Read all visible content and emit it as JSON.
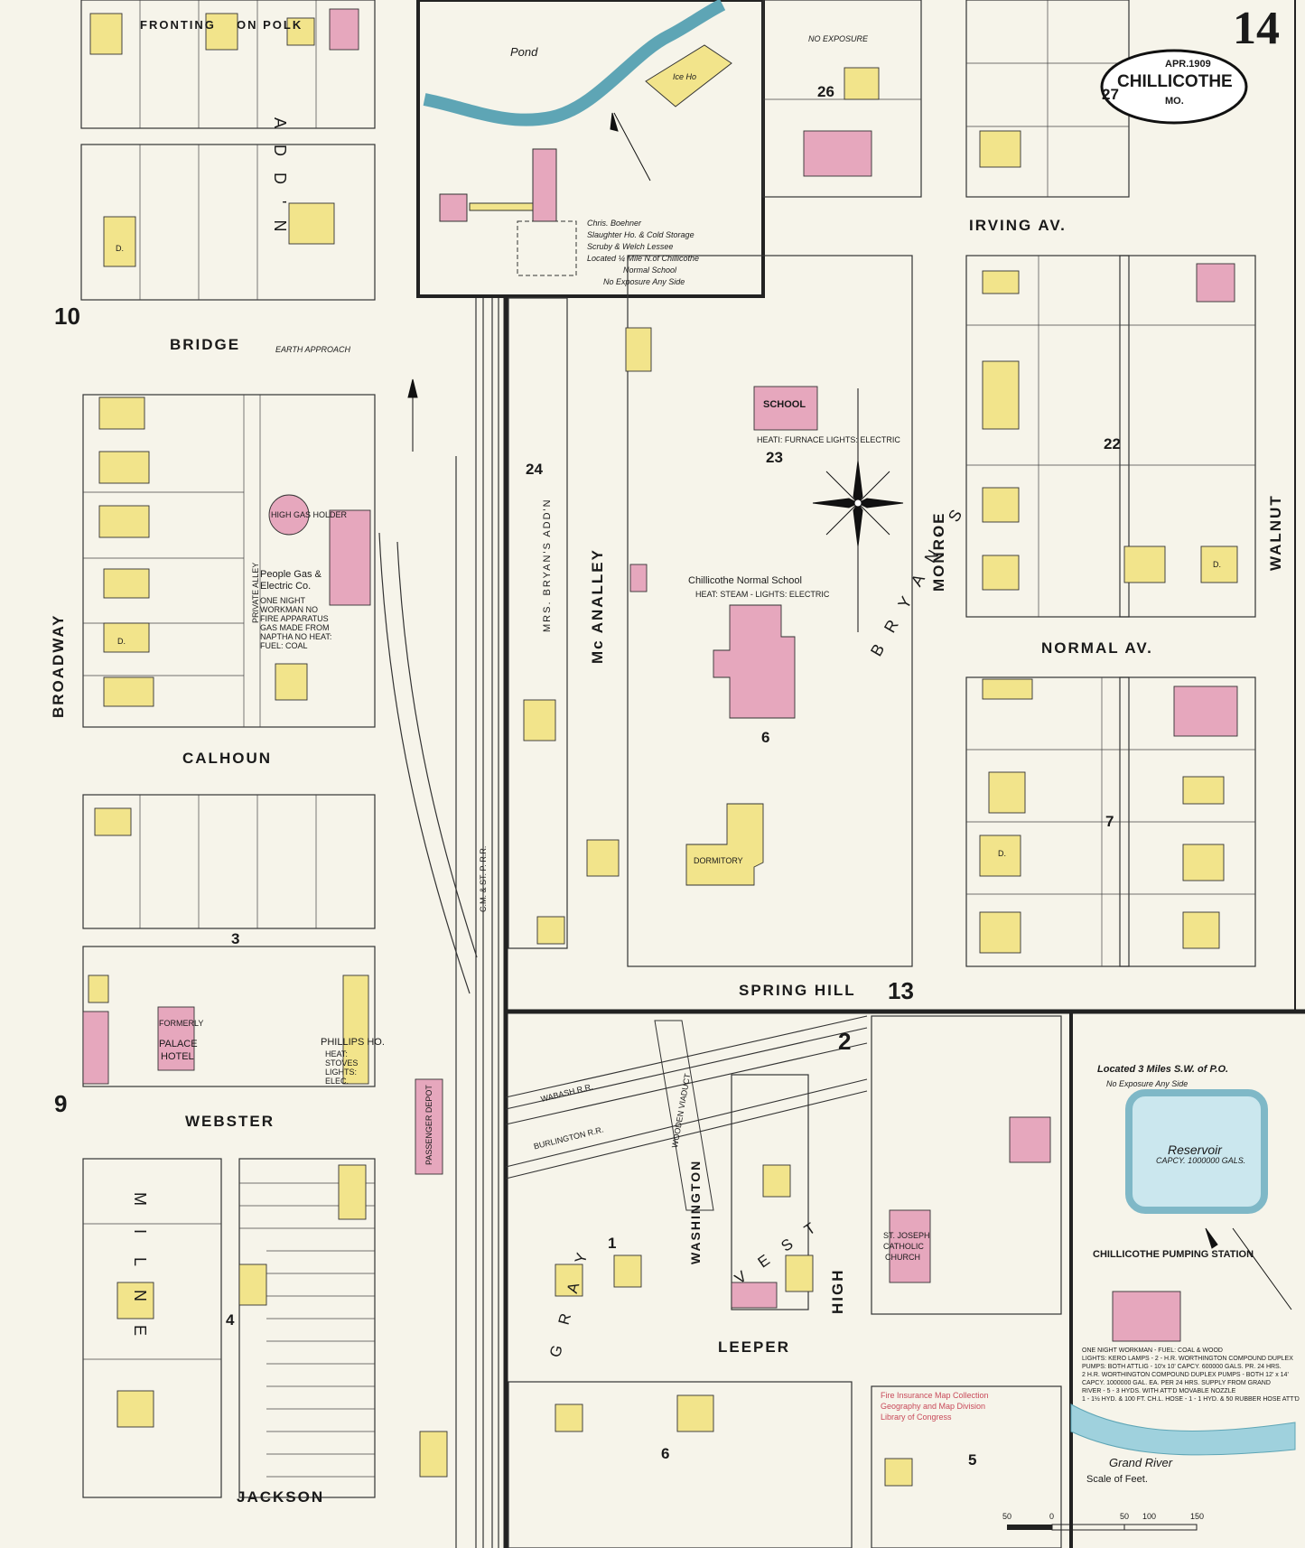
{
  "sheet": {
    "number": "14",
    "date": "APR.1909",
    "city": "CHILLICOTHE",
    "state": "MO.",
    "credit": [
      "Fire Insurance Map Collection",
      "Geography and Map Division",
      "Library of Congress"
    ]
  },
  "streets": {
    "fronting": "FRONTING",
    "on_polk": "ON POLK",
    "bridge": "BRIDGE",
    "calhoun": "CALHOUN",
    "webster": "WEBSTER",
    "jackson": "JACKSON",
    "irving": "IRVING AV.",
    "normal": "NORMAL AV.",
    "spring_hill": "SPRING HILL",
    "leeper": "LEEPER",
    "broadway": "BROADWAY",
    "mcanalley": "Mc ANALLEY",
    "monroe": "MONROE",
    "walnut": "WALNUT",
    "washington": "WASHINGTON",
    "high": "HIGH"
  },
  "blocks": {
    "b10": "10",
    "b9": "9",
    "b3": "3",
    "b4": "4",
    "b24": "24",
    "b23": "23",
    "b22": "22",
    "b26": "26",
    "b27": "27",
    "b6": "6",
    "b7": "7",
    "b13": "13",
    "b2": "2",
    "b1": "1",
    "b5": "5",
    "b6b": "6"
  },
  "places": {
    "pond": "Pond",
    "ice_ho": "Ice Ho",
    "slaughter": [
      "Chris. Boehner",
      "Slaughter Ho. & Cold Storage",
      "Scruby & Welch Lessee",
      "Located ¼ Mile N.of Chillicothe",
      "Normal School",
      "No Exposure Any Side"
    ],
    "school": "SCHOOL",
    "school_note": "HEATI: FURNACE LIGHTS: ELECTRIC",
    "normal_school": "Chillicothe Normal School",
    "normal_note": "HEAT: STEAM - LIGHTS: ELECTRIC",
    "dormitory": "DORMITORY",
    "gas_holder": "HIGH GAS HOLDER",
    "gas_co": [
      "People Gas &",
      "Electric Co."
    ],
    "gas_note": "ONE NIGHT WORKMAN NO FIRE APPARATUS GAS MADE FROM NAPTHA NO HEAT: FUEL: COAL",
    "palace_hotel": [
      "FORMERLY",
      "PALACE",
      "HOTEL"
    ],
    "phillips": "PHILLIPS HO.",
    "phillips_note": "HEAT: STOVES LIGHTS: ELEC.",
    "depot": "PASSENGER DEPOT",
    "church": [
      "ST. JOSEPH",
      "CATHOLIC",
      "CHURCH"
    ],
    "reservoir_loc": "Located 3 Miles S.W. of P.O.",
    "reservoir_exposure": "No Exposure Any Side",
    "reservoir": "Reservoir",
    "reservoir_cap": "CAPCY. 1000000 GALS.",
    "pumping": "CHILLICOTHE PUMPING STATION",
    "pumping_note": [
      "ONE NIGHT WORKMAN - FUEL: COAL & WOOD",
      "LIGHTS: KERO LAMPS - 2 - H.R. WORTHINGTON COMPOUND DUPLEX",
      "PUMPS: BOTH ATTLIG - 10'x 10' CAPCY. 600000 GALS. PR. 24 HRS.",
      "2 H.R. WORTHINGTON COMPOUND DUPLEX PUMPS - BOTH 12' x 14'",
      "CAPCY. 1000000 GAL. EA. PER 24 HRS. SUPPLY FROM GRAND",
      "RIVER - 5 - 3 HYDS. WITH ATT'D MOVABLE NOZZLE",
      "1 - 1½ HYD. & 100 FT. CH.L. HOSE - 1 - 1 HYD. & 50 RUBBER HOSE ATT'D"
    ],
    "grand_river": "Grand River",
    "scale": "Scale of Feet.",
    "wabash": "WABASH R.R.",
    "burlington": "BURLINGTON R.R.",
    "cmsp": "C.M. & ST. P. R.R.",
    "wooden_viaduct": "WOODEN VIADUCT",
    "earth_approach": "EARTH APPROACH",
    "private_alley": "PRIVATE ALLEY",
    "no_exposure": "NO EXPOSURE"
  },
  "additions": {
    "milne": "MILNE",
    "adds": "ADD'N",
    "bryans": "BRYAN'S",
    "mrs_bryans": "MRS. BRYAN'S ADD'N",
    "gray": "GRAY",
    "vest": "VEST"
  },
  "dwelling_marker": "D.",
  "scale_ticks": [
    "50",
    "0",
    "50",
    "100",
    "150"
  ],
  "colors": {
    "frame_yellow": "#f2e48b",
    "brick_pink": "#e6a7bd",
    "outline": "#2b2b2b",
    "water_blue": "#9fd1dd",
    "paper": "#f6f4ea"
  }
}
